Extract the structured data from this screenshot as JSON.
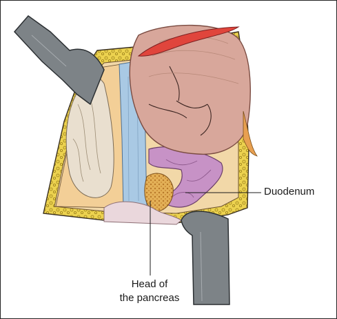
{
  "labels": {
    "duodenum": "Duodenum",
    "head_line1": "Head of",
    "head_line2": "the pancreas"
  },
  "colors": {
    "retractor": "#7d8387",
    "retractor_edge": "#2b2f32",
    "fat": "#ecd24f",
    "fat_dots": "#9a7f1a",
    "liver": "#d8a79b",
    "liver_edge": "#7a4b41",
    "gallbladder_red": "#e0453c",
    "vena_cava": "#a9c9e4",
    "retroperitoneum": "#f3cf97",
    "kidney_area": "#e9dfcf",
    "duodenum": "#c792c6",
    "pancreas": "#e3b057",
    "bowel": "#ead7dc"
  }
}
